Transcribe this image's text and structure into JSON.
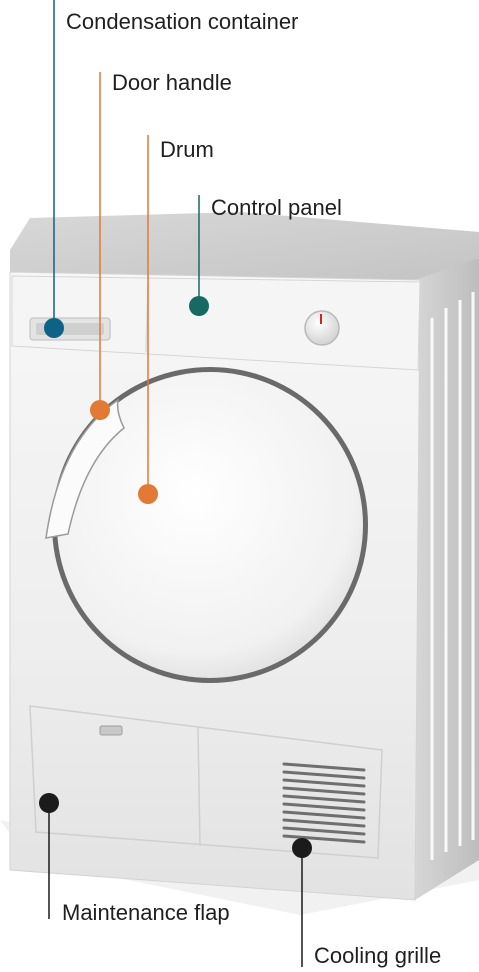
{
  "labels": {
    "condensation_container": "Condensation container",
    "door_handle": "Door handle",
    "drum": "Drum",
    "control_panel": "Control panel",
    "maintenance_flap": "Maintenance flap",
    "cooling_grille": "Cooling grille"
  },
  "colors": {
    "condensation_container": "#0d6286",
    "door_handle": "#e27a35",
    "drum": "#e27a35",
    "control_panel": "#176a63",
    "maintenance_flap": "#1b1b1b",
    "cooling_grille": "#1b1b1b"
  }
}
